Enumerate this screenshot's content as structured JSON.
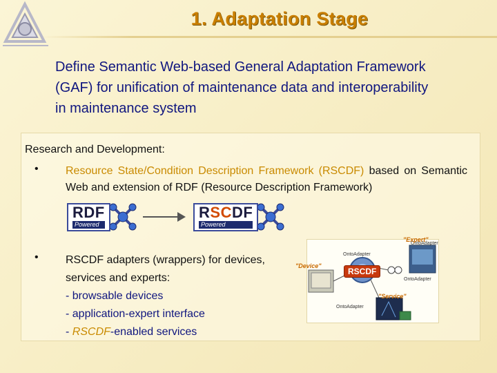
{
  "slide": {
    "title": "1. Adaptation Stage",
    "intro": "Define Semantic Web-based General Adaptation Framework (GAF) for unification of maintenance data and interoperability in maintenance system"
  },
  "panel": {
    "heading": "Research and Development:",
    "bullet_char": "•",
    "item1": {
      "highlight": "Resource State/Condition Description Framework (RSCDF)",
      "rest": " based on Semantic Web and extension of RDF (Resource Description Framework)"
    },
    "item2": {
      "main": "RSCDF adapters (wrappers) for devices, services and experts:",
      "sub1": "- browsable devices",
      "sub2": "- application-expert interface",
      "sub3_prefix": "- ",
      "sub3_highlight": "RSCDF",
      "sub3_suffix": "-enabled services"
    }
  },
  "badges": {
    "rdf_prefix": "RDF",
    "rscdf_r": "R",
    "rscdf_sc": "SC",
    "rscdf_df": "DF",
    "powered": "Powered"
  },
  "diagram": {
    "expert": "\"Expert\"",
    "device": "\"Device\"",
    "service": "\"Service\"",
    "center": "RSCDF",
    "adapter1": "OntoAdapter",
    "adapter2": "OntoAdapter",
    "adapter3": "OntoAdapter",
    "adapter4": "OntoAdapter"
  },
  "colors": {
    "title": "#c97e00",
    "intro": "#10167f",
    "highlight": "#c98a00",
    "rscdf_tag": "#c8390e"
  }
}
